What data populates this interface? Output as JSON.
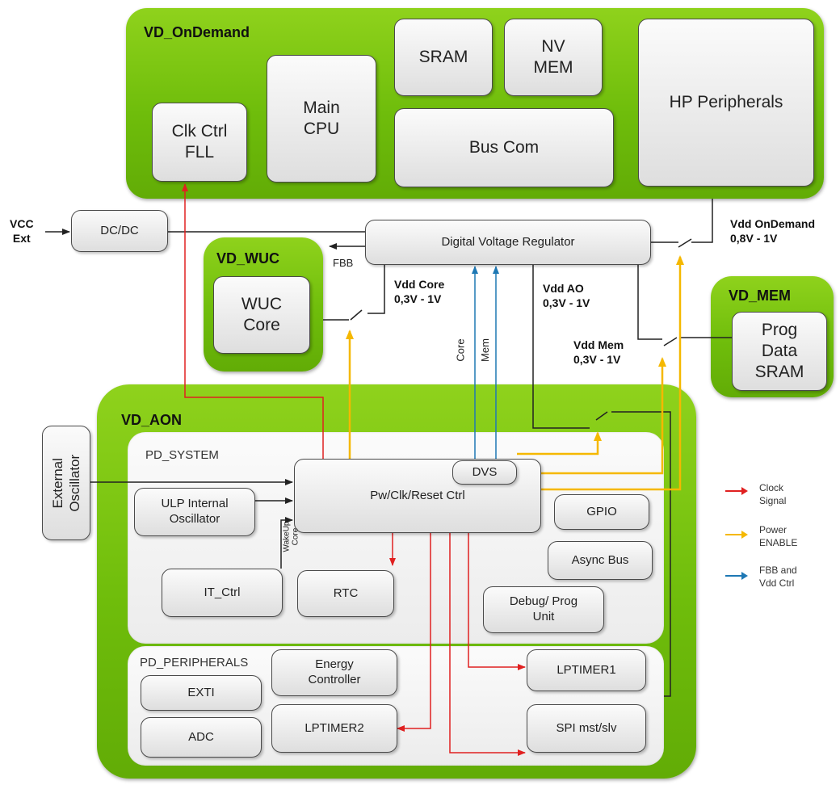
{
  "domains": {
    "ondemand": "VD_OnDemand",
    "wuc": "VD_WUC",
    "mem": "VD_MEM",
    "aon": "VD_AON"
  },
  "power_domains": {
    "system": "PD_SYSTEM",
    "peripherals": "PD_PERIPHERALS"
  },
  "blocks": {
    "clk_ctrl": "Clk Ctrl\nFLL",
    "main_cpu": "Main\nCPU",
    "sram": "SRAM",
    "nv_mem": "NV\nMEM",
    "bus_com": "Bus Com",
    "hp_periph": "HP Peripherals",
    "dcdc": "DC/DC",
    "dvr": "Digital Voltage Regulator",
    "wuc_core": "WUC\nCore",
    "prog_sram": "Prog\nData\nSRAM",
    "ext_osc": "External\nOscillator",
    "pwr_ctrl": "Pw/Clk/Reset Ctrl",
    "dvs": "DVS",
    "ulp_osc": "ULP Internal\nOscillator",
    "gpio": "GPIO",
    "async_bus": "Async Bus",
    "debug": "Debug/ Prog\nUnit",
    "it_ctrl": "IT_Ctrl",
    "rtc": "RTC",
    "exti": "EXTI",
    "adc": "ADC",
    "energy": "Energy\nController",
    "lptimer2": "LPTIMER2",
    "lptimer1": "LPTIMER1",
    "spi": "SPI mst/slv"
  },
  "labels": {
    "vcc_ext": "VCC\nExt",
    "fbb": "FBB",
    "vdd_ondemand": "Vdd OnDemand\n0,8V - 1V",
    "vdd_core": "Vdd Core\n0,3V - 1V",
    "vdd_ao": "Vdd AO\n0,3V - 1V",
    "vdd_mem": "Vdd Mem\n0,3V - 1V",
    "core": "Core",
    "mem": "Mem",
    "wakeup_core": "WakeUp\nCore"
  },
  "legend": [
    {
      "color": "#e02020",
      "text": "Clock\nSignal"
    },
    {
      "color": "#f5b800",
      "text": "Power\nENABLE"
    },
    {
      "color": "#1e78b4",
      "text": "FBB and\nVdd Ctrl"
    }
  ],
  "colors": {
    "clock": "#e02020",
    "power": "#f5b800",
    "fbb": "#1e78b4",
    "wire": "#222222",
    "domain_green": "#6fbd0b"
  }
}
